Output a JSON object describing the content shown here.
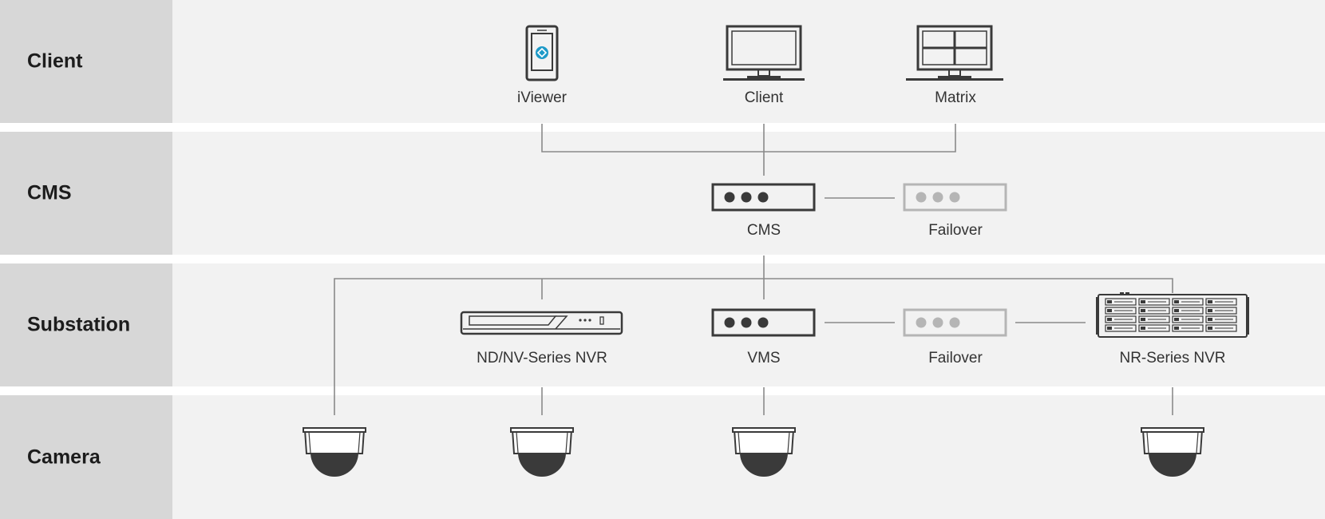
{
  "layers": [
    {
      "label": "Client"
    },
    {
      "label": "CMS"
    },
    {
      "label": "Substation"
    },
    {
      "label": "Camera"
    }
  ],
  "nodes": {
    "iviewer": {
      "label": "iViewer",
      "icon": "smartphone-icon"
    },
    "client": {
      "label": "Client",
      "icon": "monitor-icon"
    },
    "matrix": {
      "label": "Matrix",
      "icon": "video-wall-icon"
    },
    "cms": {
      "label": "CMS",
      "icon": "server-icon"
    },
    "cms_failover": {
      "label": "Failover",
      "icon": "server-icon-inactive"
    },
    "nd_nvr": {
      "label": "ND/NV-Series NVR",
      "icon": "nvr-icon"
    },
    "vms": {
      "label": "VMS",
      "icon": "server-icon"
    },
    "vms_failover": {
      "label": "Failover",
      "icon": "server-icon-inactive"
    },
    "nr_nvr": {
      "label": "NR-Series NVR",
      "icon": "rack-storage-icon"
    }
  },
  "colors": {
    "layer_label_bg": "#d7d7d7",
    "layer_bg": "#f2f2f2",
    "line": "#8a8a8a",
    "device": "#3a3a3a",
    "device_inactive": "#b5b5b5",
    "accent": "#1e9ac8"
  }
}
